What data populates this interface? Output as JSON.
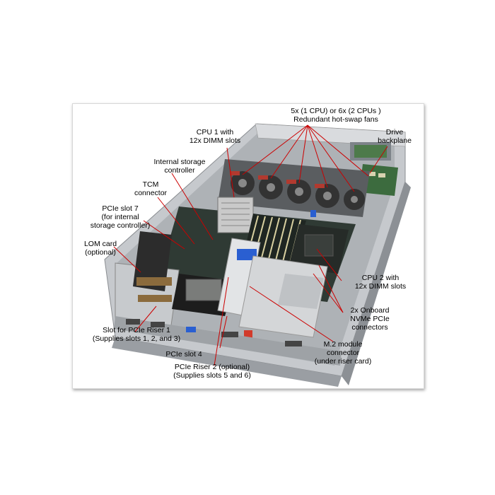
{
  "labels": {
    "fans": "5x (1 CPU) or 6x (2 CPUs )\nRedundant hot-swap fans",
    "drive_backplane": "Drive\nbackplane",
    "cpu1": "CPU 1 with\n12x DIMM slots",
    "internal_storage_controller": "Internal storage\ncontroller",
    "tcm_connector": "TCM\nconnector",
    "pcie_slot7": "PCIe slot 7\n(for internal\nstorage controller)",
    "lom_card": "LOM card\n(optional)",
    "cpu2": "CPU 2 with\n12x DIMM slots",
    "nvme": "2x Onboard\nNVMe PCIe\nconnectors",
    "riser1": "Slot for PCIe Riser 1\n(Supplies slots 1, 2, and 3)",
    "m2": "M.2 module\nconnector\n(under riser card)",
    "pcie_slot4": "PCIe slot 4",
    "riser2": "PCIe Riser 2 (optional)\n(Supplies slots 5 and 6)"
  },
  "colors": {
    "label_text": "#000000",
    "leader_line": "#cc0000",
    "chassis": "#b9bcc0",
    "board": "#2f3a34",
    "fan": "#3a3a3a"
  }
}
